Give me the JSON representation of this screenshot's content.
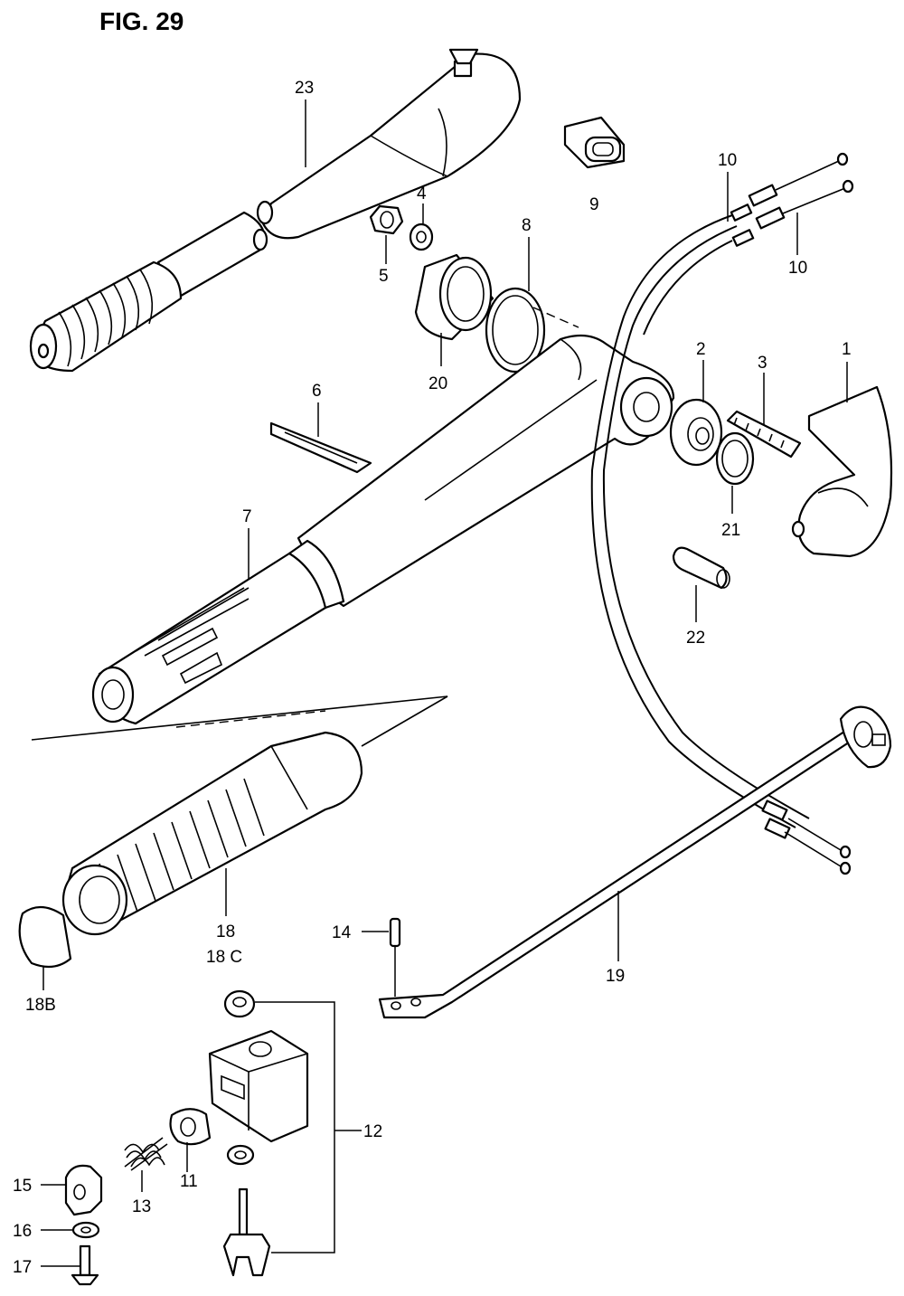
{
  "figure": {
    "title": "FIG. 29"
  },
  "labels": {
    "p1": "1",
    "p2": "2",
    "p3": "3",
    "p4": "4",
    "p5": "5",
    "p6": "6",
    "p7": "7",
    "p8": "8",
    "p9": "9",
    "p10a": "10",
    "p10b": "10",
    "p11": "11",
    "p12": "12",
    "p13": "13",
    "p14": "14",
    "p15": "15",
    "p16": "16",
    "p17": "17",
    "p18": "18",
    "p18c": "18 C",
    "p18b": "18B",
    "p19": "19",
    "p20": "20",
    "p21": "21",
    "p22": "22",
    "p23": "23"
  }
}
